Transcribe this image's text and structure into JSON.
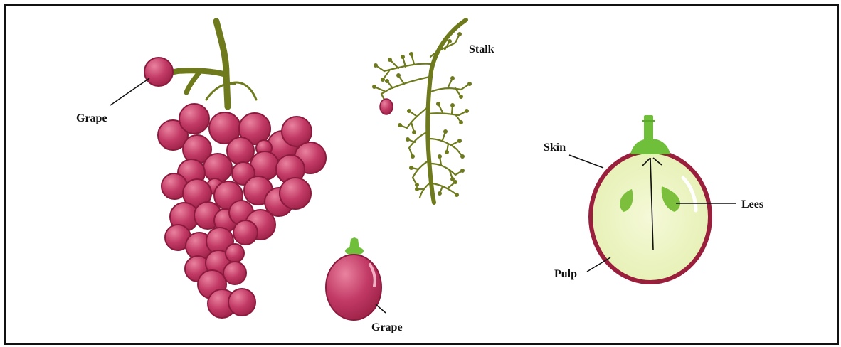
{
  "labels": {
    "grape_top": "Grape",
    "stalk": "Stalk",
    "grape_bottom": "Grape",
    "skin": "Skin",
    "lees": "Lees",
    "pulp": "Pulp"
  },
  "colors": {
    "berry": "#c23a66",
    "berry_dark": "#8a1a3e",
    "berry_highlight": "#e67a9c",
    "stem": "#6f7a1c",
    "pedicel_green": "#6fbf3a",
    "pulp": "#eef5c8",
    "skin": "#9a1f3c",
    "seed": "#7cbf3c",
    "frame": "#111111"
  }
}
